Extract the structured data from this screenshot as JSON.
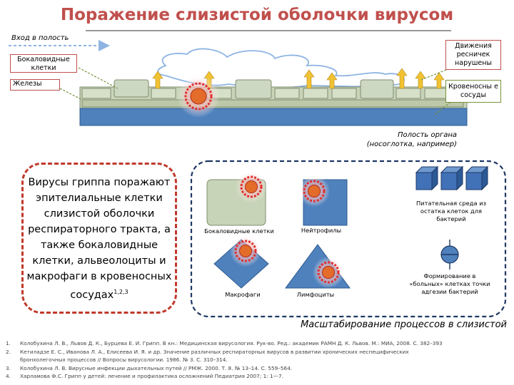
{
  "title": "Поражение слизистой оболочки вирусом",
  "labels": {
    "entry": "Вход в полость",
    "goblet": "Бокаловидные клетки",
    "glands": "Железы",
    "cilia": "Движения ресничек нарушены",
    "vessels": "Кровеносны е сосуды",
    "cavity_line1": "Полость органа",
    "cavity_line2": "(носоглотка, например)"
  },
  "callout": {
    "text": "Вирусы гриппа поражают эпителиальные клетки слизистой оболочки респираторного тракта, а также бокаловидные клетки, альвеолоциты и макрофаги в кровеносных сосудах",
    "sup": "1,2,3"
  },
  "cells": {
    "goblet": "Бокаловидные клетки",
    "neutrophils": "Нейтрофилы",
    "macrophages": "Макрофаги",
    "lymphocytes": "Лимфоциты"
  },
  "right_panel": {
    "nutrient": "Питательная среда из остатка клеток для бактерий",
    "adhesion": "Формирование в «больных» клетках точки адгезии бактерий"
  },
  "caption": "Масштабирование процессов в слизистой",
  "references": [
    {
      "num": "1.",
      "text": "Колобухина Л. В., Львов Д. К., Бурцева Е. И. Грипп. В кн.: Медицинская вирусология. Рук-во. Ред.: академик РАМН Д. К. Львов. М.: МИА, 2008. С. 382–393"
    },
    {
      "num": "2.",
      "text": "Кетиладзе Е. С., Иванова Л. А., Елисеева И. Я. и др. Значение различных респираторных вирусов в развитии хронических неспецифических"
    },
    {
      "num": "",
      "text": "бронхолегочных процессов // Вопросы вирусологии. 1986. № 3. С. 310–314."
    },
    {
      "num": "3.",
      "text": "Колобухина Л. В. Вирусные инфекции дыхательных путей // РМЖ. 2000. Т. 8. № 13–14. С. 559–564."
    },
    {
      "num": "4.",
      "text": "Харламова Ф.С. Грипп у детей: лечение и профилактика осложнений Педиатрия 2007; 1: 1—7."
    }
  ],
  "colors": {
    "title": "#c0504d",
    "epithelium": "#c8d4b8",
    "vessel_band": "#4f81bd",
    "cell_shape": "#4f81bd",
    "virus_ring": "#e03030",
    "virus_core": "#e36c2a",
    "cilia_arrow": "#f1c232"
  }
}
